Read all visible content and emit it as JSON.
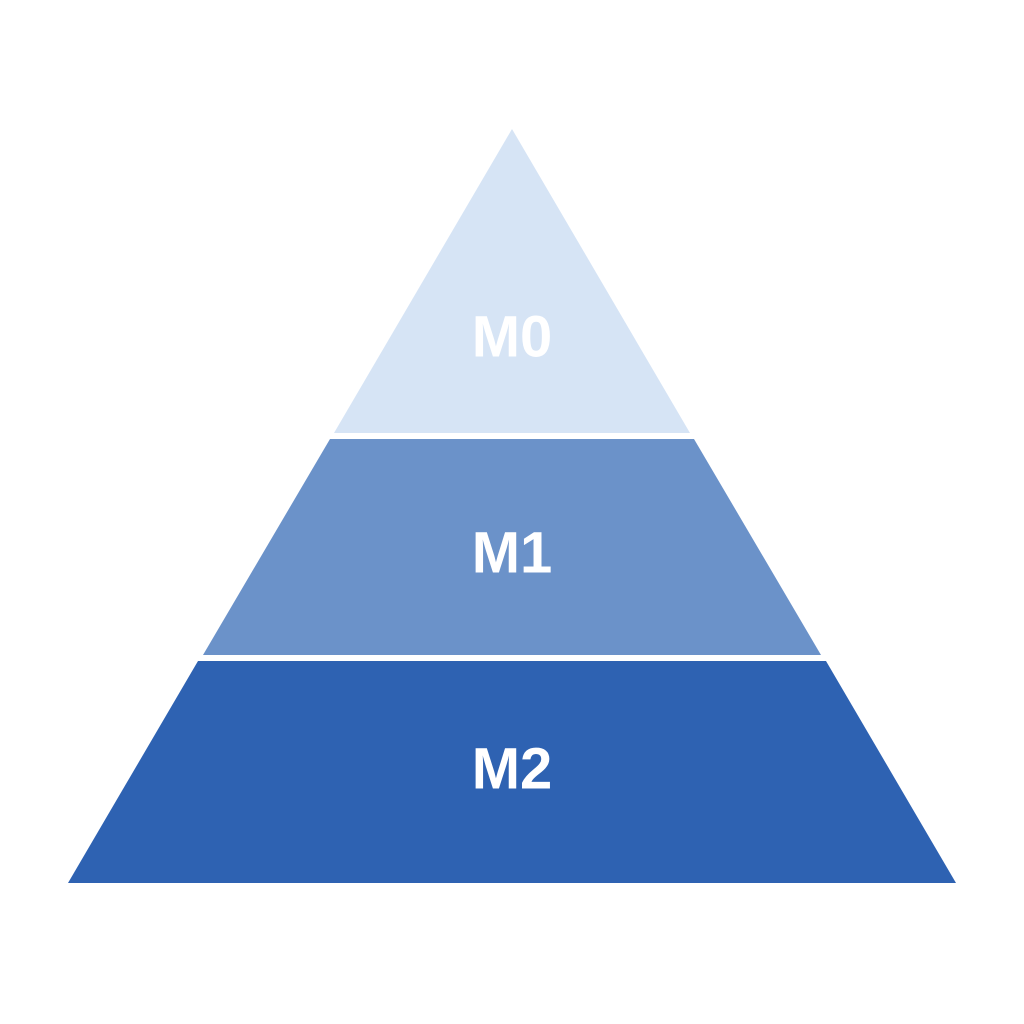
{
  "pyramid": {
    "tiers": [
      {
        "label": "M0",
        "color": "#d6e4f5",
        "text_color": "#ffffff"
      },
      {
        "label": "M1",
        "color": "#6b92c9",
        "text_color": "#ffffff"
      },
      {
        "label": "M2",
        "color": "#2e62b2",
        "text_color": "#ffffff"
      }
    ],
    "background": "#ffffff"
  }
}
